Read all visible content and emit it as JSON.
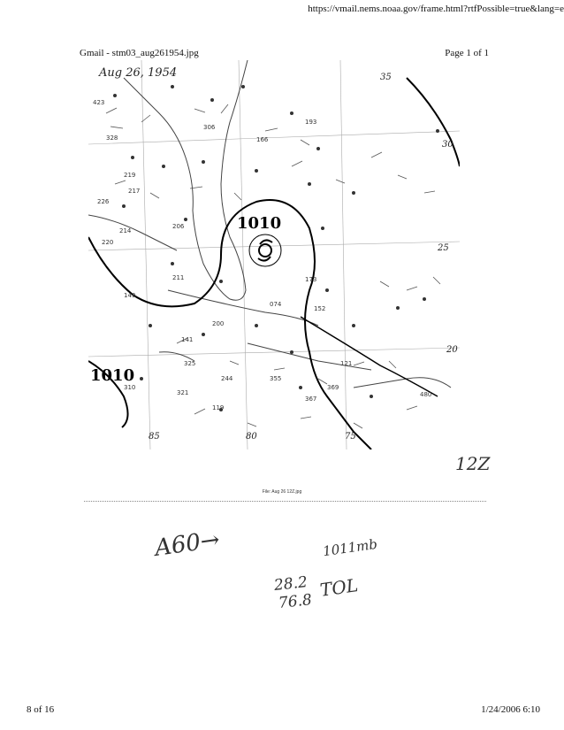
{
  "browser": {
    "url": "https://vmail.nems.noaa.gov/frame.html?rtfPossible=true&lang=e"
  },
  "header": {
    "title": "Gmail - stm03_aug261954.jpg",
    "page": "Page 1 of 1"
  },
  "map": {
    "date": "Aug 26, 1954",
    "center_pressure": "1010",
    "west_pressure": "1010",
    "lon_labels": [
      "85",
      "80",
      "75"
    ],
    "lat_labels": [
      "30",
      "25",
      "20"
    ],
    "corner_lat": "35",
    "time": "12Z",
    "station_values": [
      "423",
      "328",
      "306",
      "166",
      "193",
      "219",
      "217",
      "226",
      "214",
      "206",
      "220",
      "211",
      "074",
      "152",
      "173",
      "149",
      "141",
      "200",
      "325",
      "244",
      "310",
      "321",
      "355",
      "369",
      "367",
      "119",
      "121",
      "480"
    ]
  },
  "file_label": "File: Aug 26 12Z.jpg",
  "annotations": {
    "a60": "A60→",
    "pressure": "1011mb",
    "lat": "28.2",
    "lon": "76.8",
    "tol": "TOL"
  },
  "footer": {
    "page_count": "8 of 16",
    "datetime": "1/24/2006 6:10"
  }
}
